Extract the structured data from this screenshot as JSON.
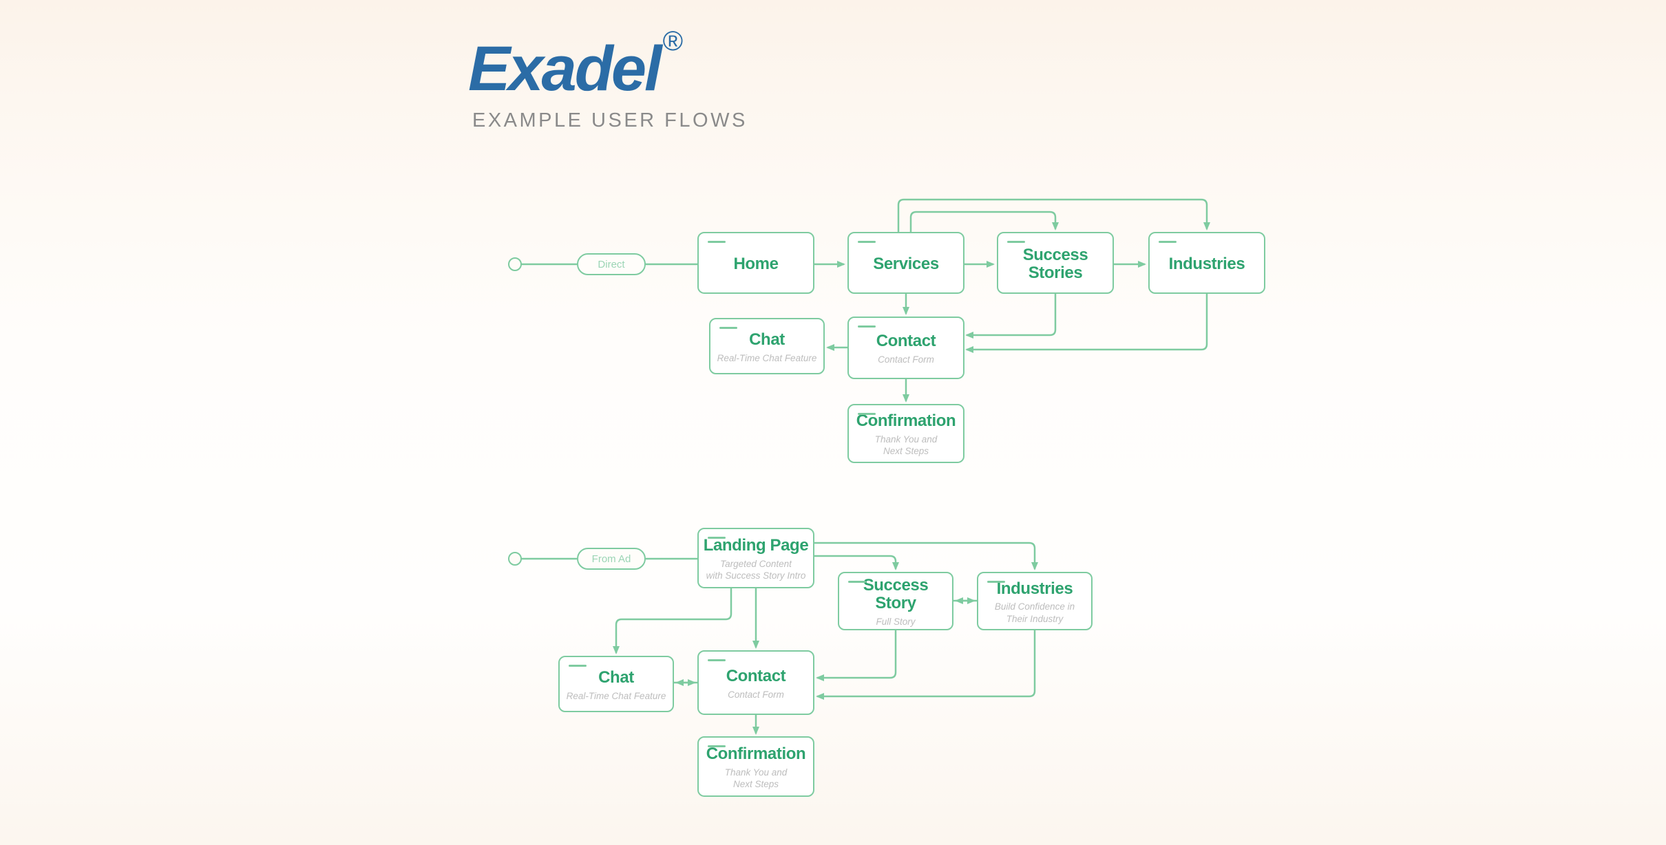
{
  "header": {
    "logo_text": "Exadel",
    "logo_reg": "®",
    "tagline": "EXAMPLE USER FLOWS"
  },
  "colors": {
    "flow_line_green": "#7ecba0",
    "node_title_green": "#2ea36f",
    "subtitle_gray": "#bdbdbd",
    "logo_blue": "#2b6ca6",
    "tagline_gray": "#8a8a8a",
    "background_cream": "#fcf3ea"
  },
  "flows": [
    {
      "name": "direct-flow",
      "entry_label": "Direct",
      "nodes": [
        {
          "id": "home",
          "title": "Home",
          "subtitle": ""
        },
        {
          "id": "services",
          "title": "Services",
          "subtitle": ""
        },
        {
          "id": "success-stories",
          "title": "Success\nStories",
          "subtitle": ""
        },
        {
          "id": "industries",
          "title": "Industries",
          "subtitle": ""
        },
        {
          "id": "chat",
          "title": "Chat",
          "subtitle": "Real-Time Chat Feature"
        },
        {
          "id": "contact",
          "title": "Contact",
          "subtitle": "Contact Form"
        },
        {
          "id": "confirmation",
          "title": "Confirmation",
          "subtitle": "Thank You and\nNext Steps"
        }
      ]
    },
    {
      "name": "from-ad-flow",
      "entry_label": "From Ad",
      "nodes": [
        {
          "id": "landing-page",
          "title": "Landing Page",
          "subtitle": "Targeted Content\nwith Success Story Intro"
        },
        {
          "id": "success-story",
          "title": "Success Story",
          "subtitle": "Full Story"
        },
        {
          "id": "industries",
          "title": "Industries",
          "subtitle": "Build Confidence in\nTheir Industry"
        },
        {
          "id": "chat",
          "title": "Chat",
          "subtitle": "Real-Time Chat Feature"
        },
        {
          "id": "contact",
          "title": "Contact",
          "subtitle": "Contact Form"
        },
        {
          "id": "confirmation",
          "title": "Confirmation",
          "subtitle": "Thank You and\nNext Steps"
        }
      ]
    }
  ]
}
